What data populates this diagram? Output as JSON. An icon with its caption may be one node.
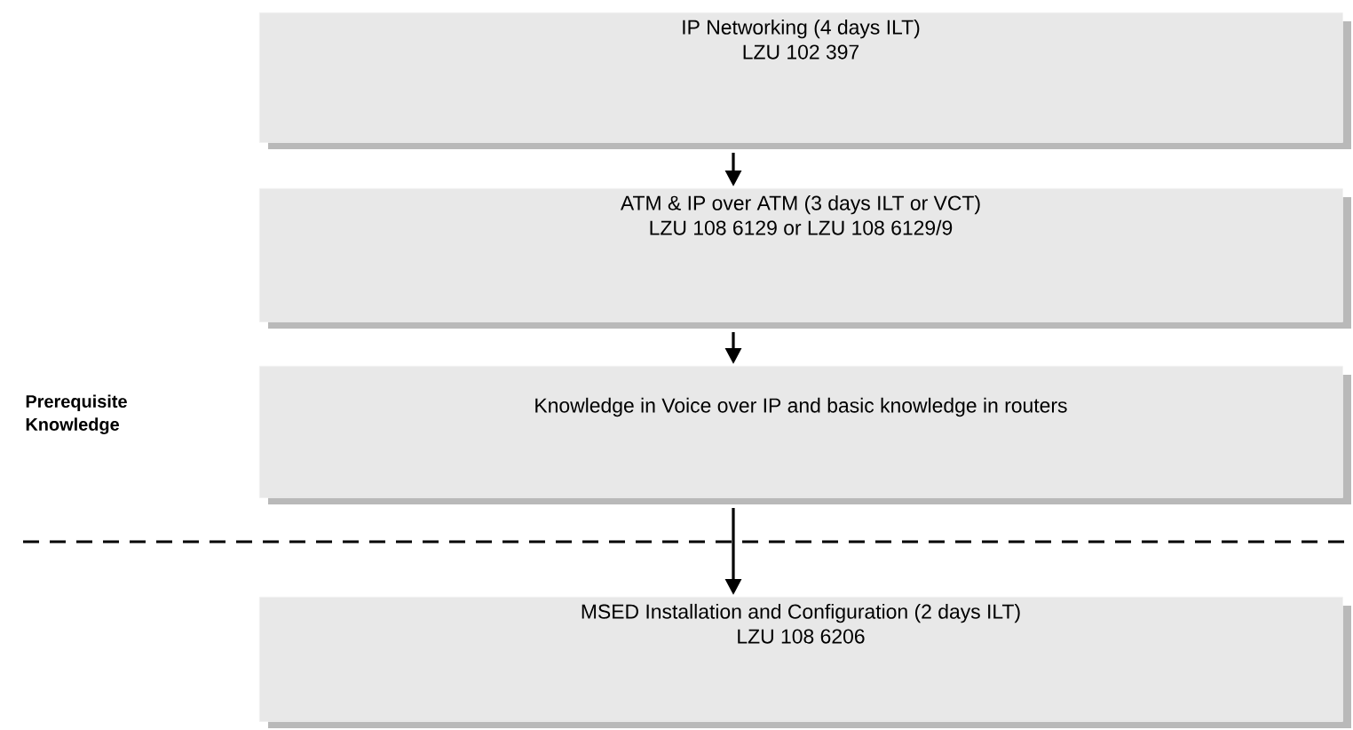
{
  "diagram": {
    "nodes": [
      {
        "text": [
          "IP Networking (4 days ILT)",
          "LZU 102 397"
        ]
      },
      {
        "text": [
          "ATM & IP over ATM (3 days ILT or VCT)",
          "LZU 108 6129 or LZU 108 6129/9"
        ]
      },
      {
        "text": [
          "Knowledge in Voice over IP and basic knowledge in routers"
        ]
      },
      {
        "text": [
          "MSED Installation and Configuration (2 days ILT)",
          "LZU 108 6206"
        ]
      }
    ],
    "edges": [
      {
        "from": 0,
        "to": 1,
        "arrow": "to"
      },
      {
        "from": 1,
        "to": 2,
        "arrow": "to"
      },
      {
        "from": 2,
        "to": 3,
        "arrow": "to"
      }
    ],
    "labels": [
      "**Prerequisite Knowledge**"
    ]
  }
}
